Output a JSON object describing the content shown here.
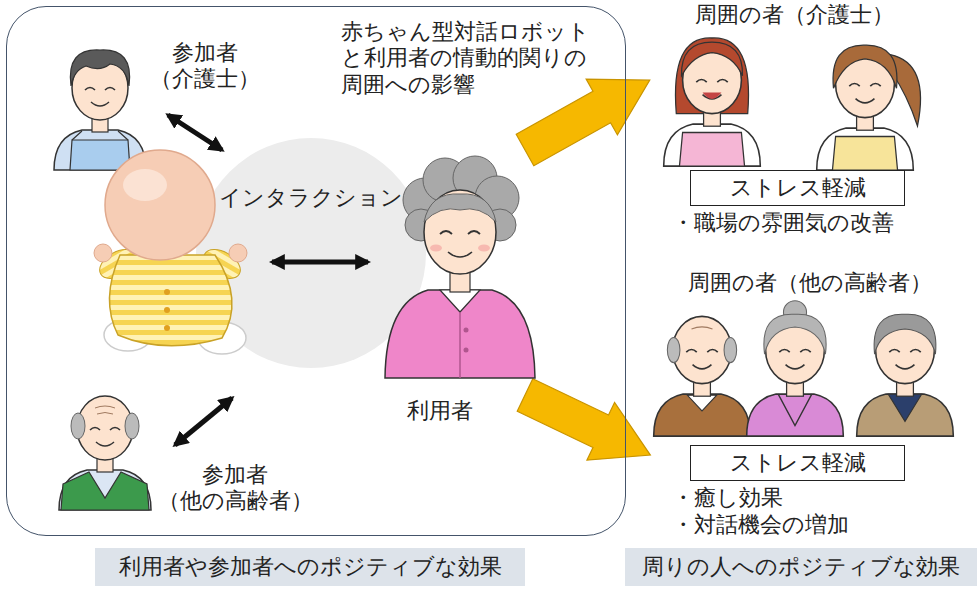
{
  "diagram": {
    "nodes": [
      {
        "text": [
          "赤ちゃん型対話ロボット と利用者の情動的関りの 周囲への影響"
        ]
      },
      {
        "text": [
          "インタラクション"
        ],
        "in": 0
      },
      {
        "text": [
          "ストレス軽減"
        ]
      },
      {
        "text": [
          "ストレス軽減"
        ]
      },
      {
        "text": [
          "利用者や参加者へのポジティブな効果"
        ]
      },
      {
        "text": [
          "周りの人へのポジティブな効果"
        ]
      }
    ],
    "labels": [
      "参加者 （介護士）",
      "利用者",
      "参加者 （他の高齢者）",
      "周囲の者（介護士）",
      "・職場の雰囲気の改善",
      "周囲の者（他の高齢者）",
      "・癒し効果",
      "・対話機会の増加"
    ]
  }
}
